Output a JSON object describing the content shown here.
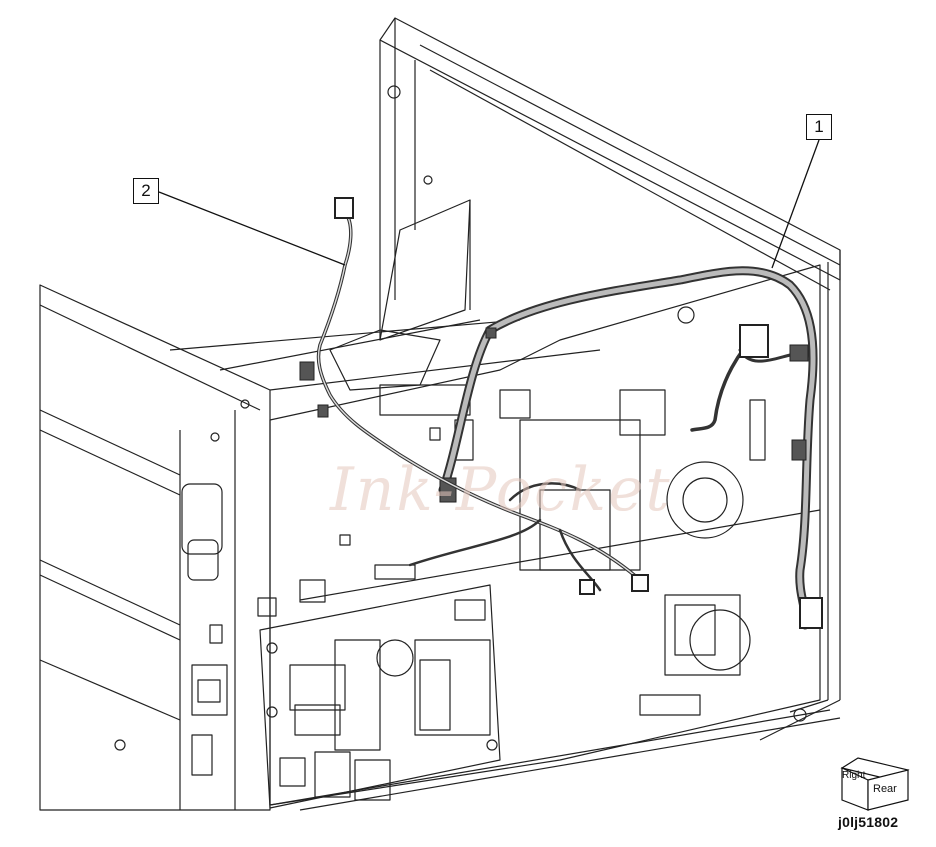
{
  "callouts": [
    {
      "id": "2",
      "label": "2"
    },
    {
      "id": "1",
      "label": "1"
    }
  ],
  "watermark": "Ink-Pocket",
  "orientation": {
    "right": "Right",
    "rear": "Rear"
  },
  "figure_id": "j0lj51802"
}
